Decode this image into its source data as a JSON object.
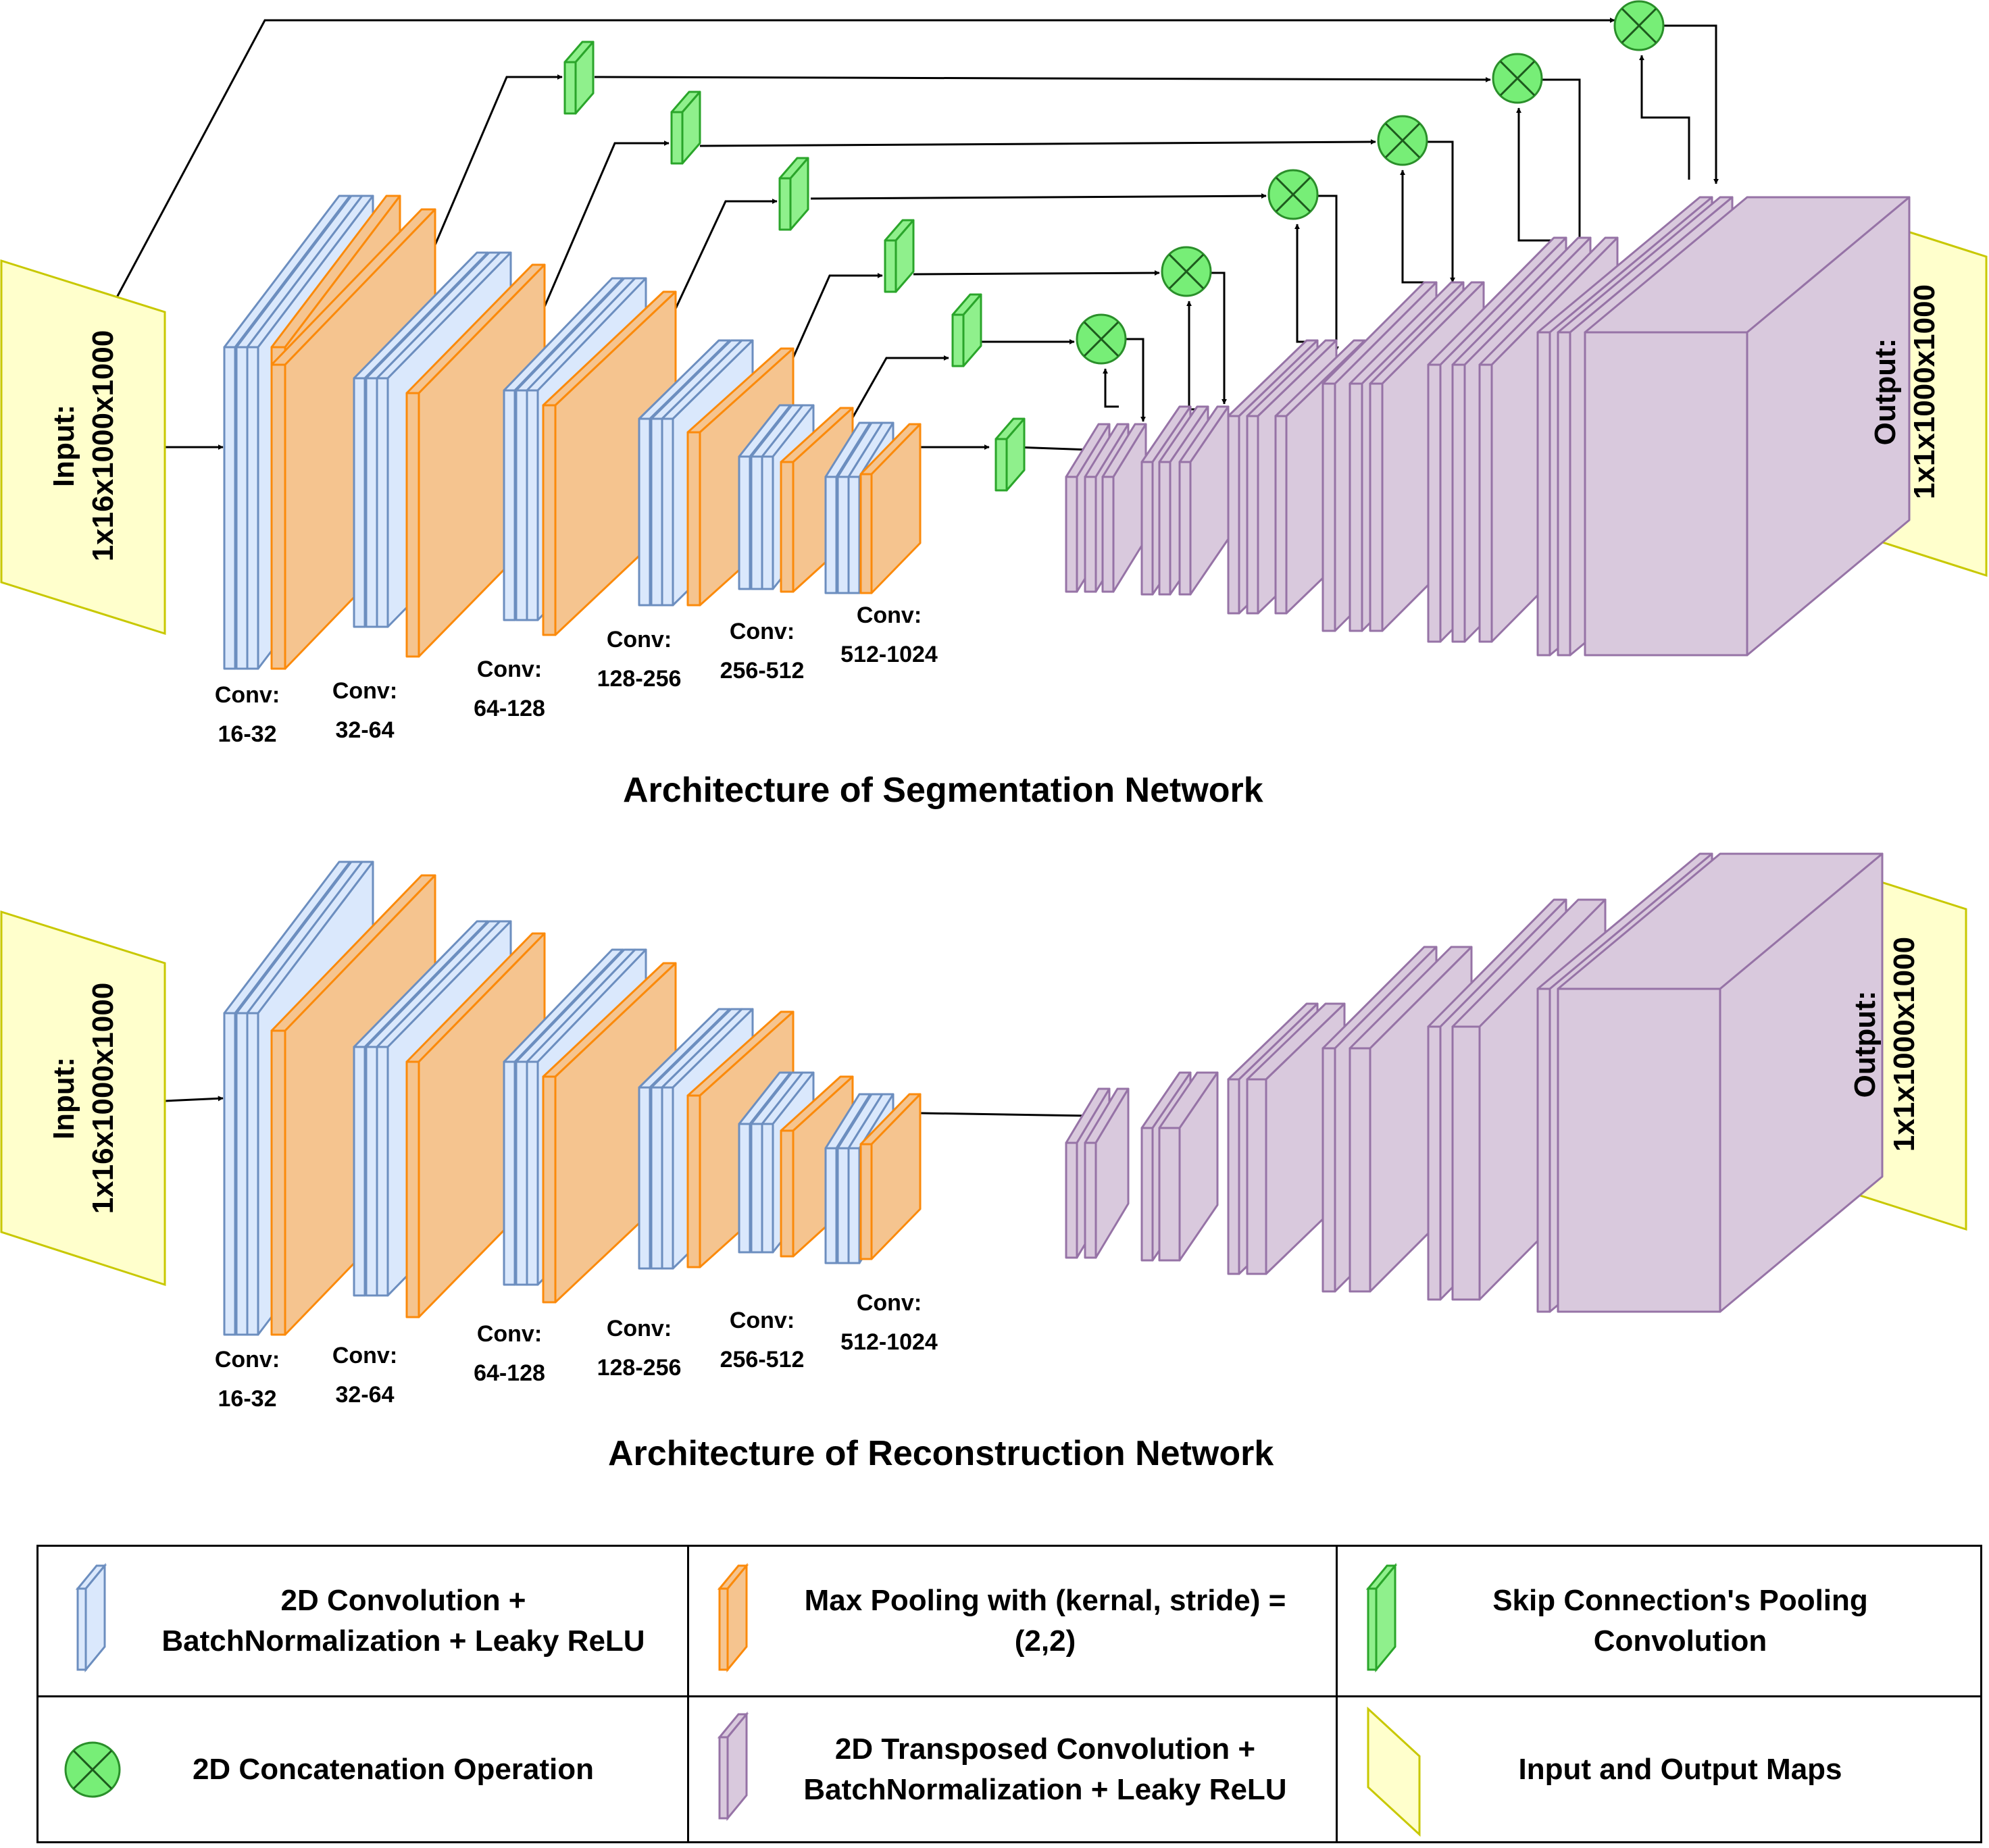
{
  "segmentation": {
    "title": "Architecture of Segmentation Network",
    "input_label": [
      "Input:",
      "1x16x1000x1000"
    ],
    "output_label": [
      "Output:",
      "1x1x1000x1000"
    ],
    "encoder_labels": [
      [
        "Conv:",
        "16-32"
      ],
      [
        "Conv:",
        "32-64"
      ],
      [
        "Conv:",
        "64-128"
      ],
      [
        "Conv:",
        "128-256"
      ],
      [
        "Conv:",
        "256-512"
      ],
      [
        "Conv:",
        "512-1024"
      ]
    ]
  },
  "reconstruction": {
    "title": "Architecture of Reconstruction Network",
    "input_label": [
      "Input:",
      "1x16x1000x1000"
    ],
    "output_label": [
      "Output:",
      "1x1x1000x1000"
    ],
    "encoder_labels": [
      [
        "Conv:",
        "16-32"
      ],
      [
        "Conv:",
        "32-64"
      ],
      [
        "Conv:",
        "64-128"
      ],
      [
        "Conv:",
        "128-256"
      ],
      [
        "Conv:",
        "256-512"
      ],
      [
        "Conv:",
        "512-1024"
      ]
    ]
  },
  "legend": [
    {
      "icon": "blue-slab",
      "lines": [
        "2D Convolution +",
        "BatchNormalization + Leaky ReLU"
      ]
    },
    {
      "icon": "orange-slab",
      "lines": [
        "Max Pooling with (kernal, stride) =",
        "(2,2)"
      ]
    },
    {
      "icon": "green-slab",
      "lines": [
        "Skip Connection's Pooling",
        "Convolution"
      ]
    },
    {
      "icon": "concat-circle",
      "lines": [
        "2D Concatenation Operation"
      ]
    },
    {
      "icon": "purple-slab",
      "lines": [
        "2D Transposed Convolution +",
        "BatchNormalization + Leaky ReLU"
      ]
    },
    {
      "icon": "yellow-parallelogram",
      "lines": [
        "Input and Output Maps"
      ]
    }
  ],
  "colors": {
    "conv_fill": "#dae8fc",
    "conv_stroke": "#6c8ebf",
    "pool_fill": "#f5c48f",
    "pool_stroke": "#fb8a0b",
    "skip_fill": "#8ff08c",
    "skip_stroke": "#2aa52a",
    "concat_fill": "#77ee77",
    "concat_stroke": "#2a8f2a",
    "tconv_fill": "#d9c9dd",
    "tconv_stroke": "#9673a6",
    "io_fill": "#ffffcc",
    "io_stroke": "#c8c800"
  }
}
